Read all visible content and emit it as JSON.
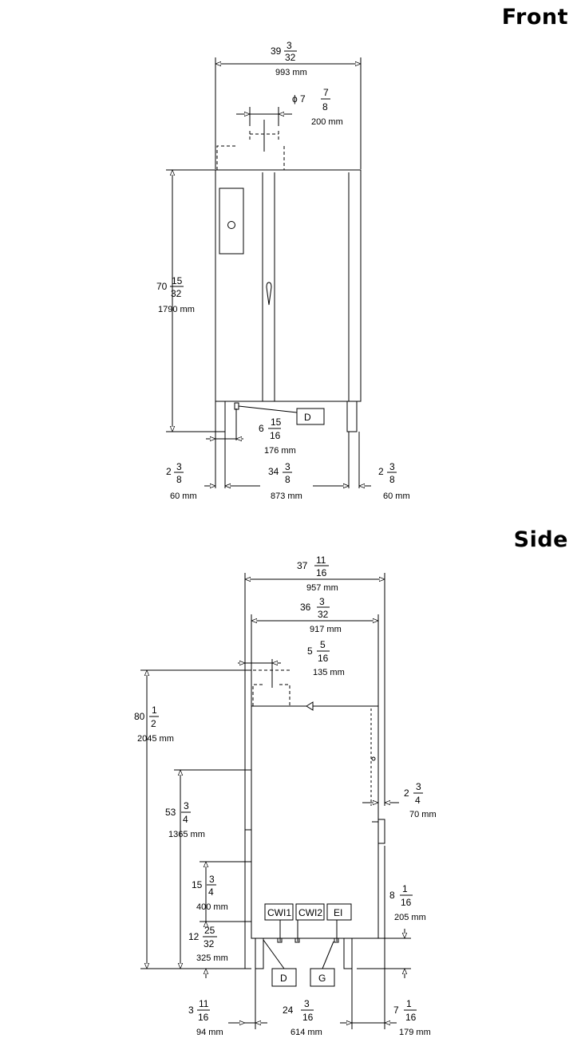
{
  "front": {
    "heading": "Front",
    "width_in_whole": "39",
    "width_in_num": "3",
    "width_in_den": "32",
    "width_mm": "993 mm",
    "flue_prefix": "ϕ 7",
    "flue_in_num": "7",
    "flue_in_den": "8",
    "flue_mm": "200 mm",
    "height_in_whole": "70",
    "height_in_num": "15",
    "height_in_den": "32",
    "height_mm": "1790 mm",
    "drain_in_whole": "6",
    "drain_in_num": "15",
    "drain_in_den": "16",
    "drain_mm": "176 mm",
    "drain_label": "D",
    "left_leg_in_whole": "2",
    "left_leg_in_num": "3",
    "left_leg_in_den": "8",
    "left_leg_mm": "60 mm",
    "mid_in_whole": "34",
    "mid_in_num": "3",
    "mid_in_den": "8",
    "mid_mm": "873 mm",
    "right_leg_in_whole": "2",
    "right_leg_in_num": "3",
    "right_leg_in_den": "8",
    "right_leg_mm": "60 mm"
  },
  "side": {
    "heading": "Side",
    "overall_in_whole": "37",
    "overall_in_num": "11",
    "overall_in_den": "16",
    "overall_mm": "957 mm",
    "body_in_whole": "36",
    "body_in_num": "3",
    "body_in_den": "32",
    "body_mm": "917 mm",
    "flue_in_whole": "5",
    "flue_in_num": "5",
    "flue_in_den": "16",
    "flue_mm": "135 mm",
    "height_in_whole": "80",
    "height_in_num": "1",
    "height_in_den": "2",
    "height_mm": "2045 mm",
    "h53_in_whole": "53",
    "h53_in_num": "3",
    "h53_in_den": "4",
    "h53_mm": "1365 mm",
    "h15_in_whole": "15",
    "h15_in_num": "3",
    "h15_in_den": "4",
    "h15_mm": "400 mm",
    "h12_in_whole": "12",
    "h12_in_num": "25",
    "h12_in_den": "32",
    "h12_mm": "325 mm",
    "handle_in_whole": "2",
    "handle_in_num": "3",
    "handle_in_den": "4",
    "handle_mm": "70 mm",
    "conn_in_whole": "8",
    "conn_in_num": "1",
    "conn_in_den": "16",
    "conn_mm": "205 mm",
    "left_in_whole": "3",
    "left_in_num": "11",
    "left_in_den": "16",
    "left_mm": "94 mm",
    "mid_in_whole": "24",
    "mid_in_num": "3",
    "mid_in_den": "16",
    "mid_mm": "614 mm",
    "right_in_whole": "7",
    "right_in_num": "1",
    "right_in_den": "16",
    "right_mm": "179 mm",
    "labels": {
      "cwi1": "CWI1",
      "cwi2": "CWI2",
      "ei": "EI",
      "d": "D",
      "g": "G"
    }
  }
}
